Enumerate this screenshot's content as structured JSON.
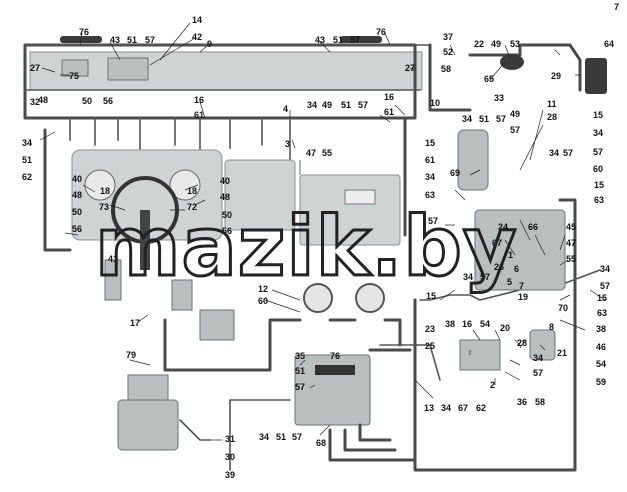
{
  "watermark": "mazik.by",
  "corner_mark": "7",
  "callouts": [
    {
      "id": "c-76a",
      "text": "76"
    },
    {
      "id": "c-43a",
      "text": "43"
    },
    {
      "id": "c-51a",
      "text": "51"
    },
    {
      "id": "c-57a",
      "text": "57"
    },
    {
      "id": "c-14",
      "text": "14"
    },
    {
      "id": "c-42",
      "text": "42"
    },
    {
      "id": "c-9",
      "text": "9"
    },
    {
      "id": "c-43b",
      "text": "43"
    },
    {
      "id": "c-51b",
      "text": "51"
    },
    {
      "id": "c-57b",
      "text": "57"
    },
    {
      "id": "c-76b",
      "text": "76"
    },
    {
      "id": "c-37",
      "text": "37"
    },
    {
      "id": "c-52",
      "text": "52"
    },
    {
      "id": "c-58",
      "text": "58"
    },
    {
      "id": "c-22",
      "text": "22"
    },
    {
      "id": "c-49a",
      "text": "49"
    },
    {
      "id": "c-53",
      "text": "53"
    },
    {
      "id": "c-64",
      "text": "64"
    },
    {
      "id": "c-29",
      "text": "29"
    },
    {
      "id": "c-65",
      "text": "65"
    },
    {
      "id": "c-33",
      "text": "33"
    },
    {
      "id": "c-10",
      "text": "10"
    },
    {
      "id": "c-27a",
      "text": "27"
    },
    {
      "id": "c-75",
      "text": "75"
    },
    {
      "id": "c-27b",
      "text": "27"
    },
    {
      "id": "c-48a",
      "text": "48"
    },
    {
      "id": "c-50a",
      "text": "50"
    },
    {
      "id": "c-56a",
      "text": "56"
    },
    {
      "id": "c-32",
      "text": "32"
    },
    {
      "id": "c-16a",
      "text": "16"
    },
    {
      "id": "c-61a",
      "text": "61"
    },
    {
      "id": "c-4",
      "text": "4"
    },
    {
      "id": "c-3",
      "text": "3"
    },
    {
      "id": "c-34a",
      "text": "34"
    },
    {
      "id": "c-49b",
      "text": "49"
    },
    {
      "id": "c-51c",
      "text": "51"
    },
    {
      "id": "c-57c",
      "text": "57"
    },
    {
      "id": "c-16b",
      "text": "16"
    },
    {
      "id": "c-61b",
      "text": "61"
    },
    {
      "id": "c-11",
      "text": "11"
    },
    {
      "id": "c-28a",
      "text": "28"
    },
    {
      "id": "c-49c",
      "text": "49"
    },
    {
      "id": "c-57d",
      "text": "57"
    },
    {
      "id": "c-34b",
      "text": "34"
    },
    {
      "id": "c-51d",
      "text": "51"
    },
    {
      "id": "c-57e",
      "text": "57"
    },
    {
      "id": "c-15a",
      "text": "15"
    },
    {
      "id": "c-34c",
      "text": "34"
    },
    {
      "id": "c-57f",
      "text": "57"
    },
    {
      "id": "c-60a",
      "text": "60"
    },
    {
      "id": "c-34d",
      "text": "34"
    },
    {
      "id": "c-51e",
      "text": "51"
    },
    {
      "id": "c-62a",
      "text": "62"
    },
    {
      "id": "c-47a",
      "text": "47"
    },
    {
      "id": "c-55a",
      "text": "55"
    },
    {
      "id": "c-15b",
      "text": "15"
    },
    {
      "id": "c-61c",
      "text": "61"
    },
    {
      "id": "c-34e",
      "text": "34"
    },
    {
      "id": "c-63a",
      "text": "63"
    },
    {
      "id": "c-69",
      "text": "69"
    },
    {
      "id": "c-34f",
      "text": "34"
    },
    {
      "id": "c-57g",
      "text": "57"
    },
    {
      "id": "c-15c",
      "text": "15"
    },
    {
      "id": "c-63b",
      "text": "63"
    },
    {
      "id": "c-40a",
      "text": "40"
    },
    {
      "id": "c-18a",
      "text": "18"
    },
    {
      "id": "c-48b",
      "text": "48"
    },
    {
      "id": "c-73",
      "text": "73"
    },
    {
      "id": "c-50b",
      "text": "50"
    },
    {
      "id": "c-56b",
      "text": "56"
    },
    {
      "id": "c-18b",
      "text": "18"
    },
    {
      "id": "c-72",
      "text": "72"
    },
    {
      "id": "c-40b",
      "text": "40"
    },
    {
      "id": "c-48c",
      "text": "48"
    },
    {
      "id": "c-50c",
      "text": "50"
    },
    {
      "id": "c-56c",
      "text": "56"
    },
    {
      "id": "c-41",
      "text": "41"
    },
    {
      "id": "c-57h",
      "text": "57"
    },
    {
      "id": "c-24",
      "text": "24"
    },
    {
      "id": "c-67a",
      "text": "67"
    },
    {
      "id": "c-1",
      "text": "1"
    },
    {
      "id": "c-66",
      "text": "66"
    },
    {
      "id": "c-45",
      "text": "45"
    },
    {
      "id": "c-47b",
      "text": "47"
    },
    {
      "id": "c-55b",
      "text": "55"
    },
    {
      "id": "c-26",
      "text": "26"
    },
    {
      "id": "c-34g",
      "text": "34"
    },
    {
      "id": "c-57i",
      "text": "57"
    },
    {
      "id": "c-6",
      "text": "6"
    },
    {
      "id": "c-7",
      "text": "7"
    },
    {
      "id": "c-5",
      "text": "5"
    },
    {
      "id": "c-19",
      "text": "19"
    },
    {
      "id": "c-34h",
      "text": "34"
    },
    {
      "id": "c-57j",
      "text": "57"
    },
    {
      "id": "c-15d",
      "text": "15"
    },
    {
      "id": "c-70",
      "text": "70"
    },
    {
      "id": "c-63c",
      "text": "63"
    },
    {
      "id": "c-15e",
      "text": "15"
    },
    {
      "id": "c-12",
      "text": "12"
    },
    {
      "id": "c-60b",
      "text": "60"
    },
    {
      "id": "c-17",
      "text": "17"
    },
    {
      "id": "c-38a",
      "text": "38"
    },
    {
      "id": "c-16c",
      "text": "16"
    },
    {
      "id": "c-54a",
      "text": "54"
    },
    {
      "id": "c-23",
      "text": "23"
    },
    {
      "id": "c-20",
      "text": "20"
    },
    {
      "id": "c-25",
      "text": "25"
    },
    {
      "id": "c-28b",
      "text": "28"
    },
    {
      "id": "c-8",
      "text": "8"
    },
    {
      "id": "c-38b",
      "text": "38"
    },
    {
      "id": "c-46",
      "text": "46"
    },
    {
      "id": "c-21",
      "text": "21"
    },
    {
      "id": "c-54b",
      "text": "54"
    },
    {
      "id": "c-59",
      "text": "59"
    },
    {
      "id": "c-79",
      "text": "79"
    },
    {
      "id": "c-35",
      "text": "35"
    },
    {
      "id": "c-76c",
      "text": "76"
    },
    {
      "id": "c-51f",
      "text": "51"
    },
    {
      "id": "c-57k",
      "text": "57"
    },
    {
      "id": "c-34i",
      "text": "34"
    },
    {
      "id": "c-57l",
      "text": "57"
    },
    {
      "id": "c-2",
      "text": "2"
    },
    {
      "id": "c-36",
      "text": "36"
    },
    {
      "id": "c-58b",
      "text": "58"
    },
    {
      "id": "c-13",
      "text": "13"
    },
    {
      "id": "c-34j",
      "text": "34"
    },
    {
      "id": "c-67b",
      "text": "67"
    },
    {
      "id": "c-62b",
      "text": "62"
    },
    {
      "id": "c-31",
      "text": "31"
    },
    {
      "id": "c-30",
      "text": "30"
    },
    {
      "id": "c-39",
      "text": "39"
    },
    {
      "id": "c-34k",
      "text": "34"
    },
    {
      "id": "c-51g",
      "text": "51"
    },
    {
      "id": "c-57m",
      "text": "57"
    },
    {
      "id": "c-68",
      "text": "68"
    }
  ]
}
